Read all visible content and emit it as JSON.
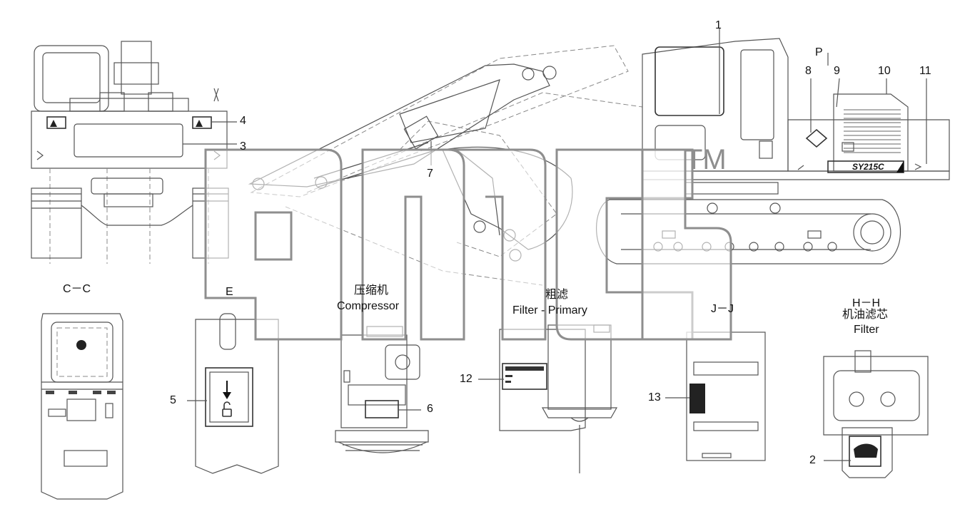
{
  "callouts": [
    "1",
    "2",
    "3",
    "4",
    "5",
    "6",
    "7",
    "8",
    "9",
    "10",
    "11",
    "12",
    "13"
  ],
  "sections": {
    "p": "P",
    "cc": "C－C",
    "e": "E",
    "jj": "J－J",
    "hh": "H－H"
  },
  "captions": {
    "compressor_cn": "压缩机",
    "compressor_en": "Compressor",
    "filter_primary_cn": "粗滤",
    "filter_primary_en": "Filter - Primary",
    "oil_filter_cn": "机油滤芯",
    "oil_filter_en": "Filter"
  },
  "decal_model_text": "SY215C",
  "watermark": {
    "text": "emc",
    "tm": "TM"
  },
  "colors": {
    "line": "#555555",
    "dash": "#888888",
    "watermark_stroke": "#8e8e8e"
  }
}
